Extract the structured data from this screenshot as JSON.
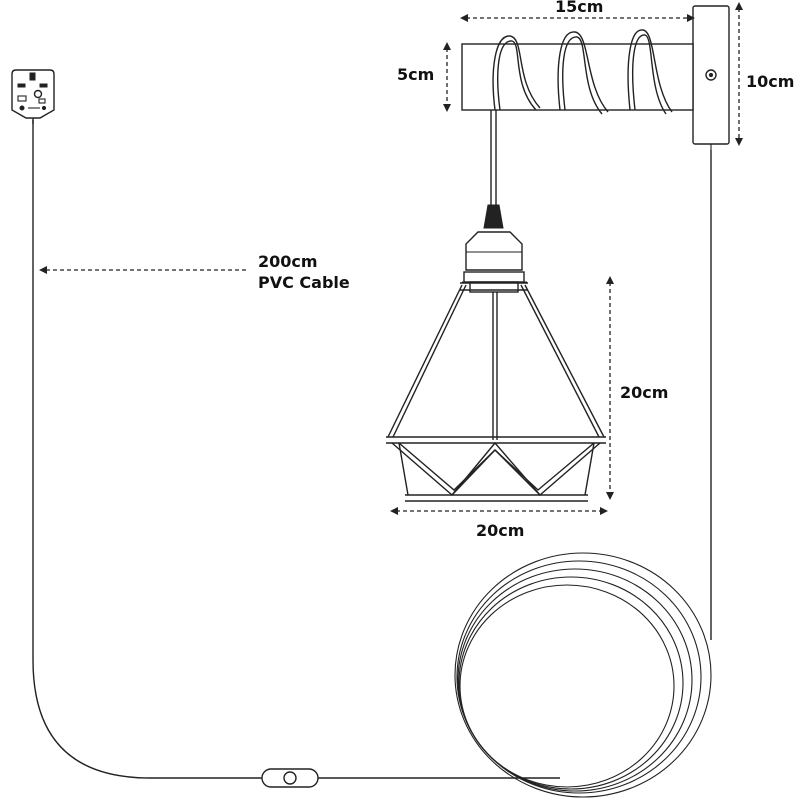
{
  "labels": {
    "bracket_width": "15cm",
    "bracket_height": "10cm",
    "bar_height": "5cm",
    "cable_length": "200cm",
    "cable_type": "PVC Cable",
    "shade_height": "20cm",
    "shade_width": "20cm"
  },
  "colors": {
    "line": "#222222",
    "background": "#ffffff"
  },
  "icons": [
    "uk-plug-icon",
    "inline-dimmer-switch-icon",
    "bulb-holder-icon",
    "wall-plate-icon"
  ]
}
